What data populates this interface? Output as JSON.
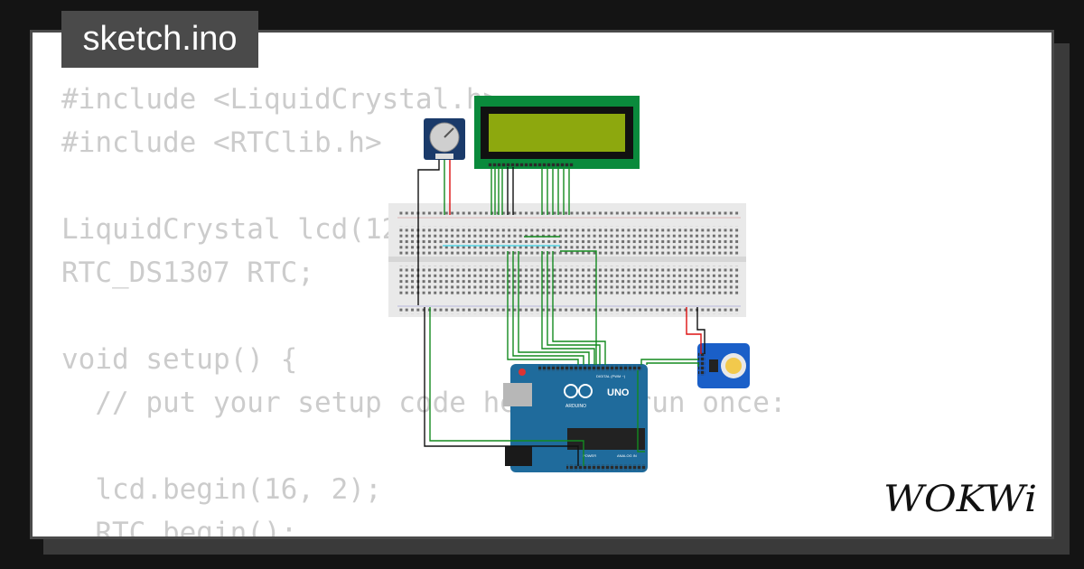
{
  "tab": {
    "filename": "sketch.ino"
  },
  "code_lines": [
    "#include <LiquidCrystal.h>",
    "#include <RTClib.h>",
    "",
    "LiquidCrystal lcd(12, 11, 10, 9, 8, 7);",
    "RTC_DS1307 RTC;",
    "",
    "void setup() {",
    "  // put your setup code here, to run once:",
    "",
    "  lcd.begin(16, 2);",
    "  RTC.begin();"
  ],
  "arduino": {
    "brand": "ARDUINO",
    "model": "UNO",
    "digital_label": "DIGITAL (PWM ~)",
    "power_label": "POWER",
    "analog_label": "ANALOG IN"
  },
  "logo": {
    "text": "WOKWi"
  },
  "colors": {
    "breadboard": "#e9e9e9",
    "lcd_board": "#0a8a3c",
    "lcd_screen": "#8da80e",
    "arduino": "#1f6b9c",
    "rtc": "#1a5fc8",
    "wire_green": "#138a1f",
    "wire_red": "#d11",
    "wire_black": "#111",
    "wire_cyan": "#55d5e5"
  }
}
